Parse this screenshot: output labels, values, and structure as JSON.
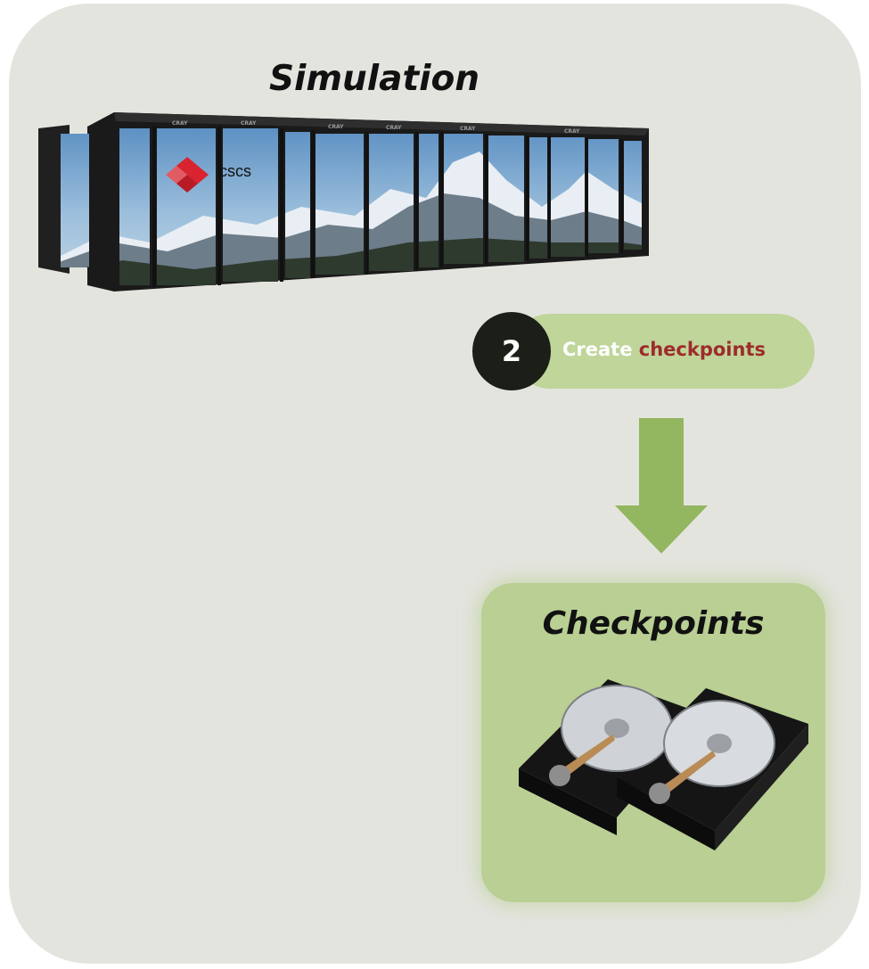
{
  "simulation": {
    "title": "Simulation",
    "logo_text": "cscs",
    "cabinet_brand": "CRAY"
  },
  "step": {
    "number": "2",
    "text_prefix": "Create ",
    "text_keyword": "checkpoints"
  },
  "checkpoints": {
    "title": "Checkpoints"
  },
  "colors": {
    "panel": "#e4e4df",
    "green_light": "#bfd59a",
    "green_arrow": "#93b660",
    "circle_dark": "#1b1f17",
    "keyword_red": "#9e2b2b"
  }
}
